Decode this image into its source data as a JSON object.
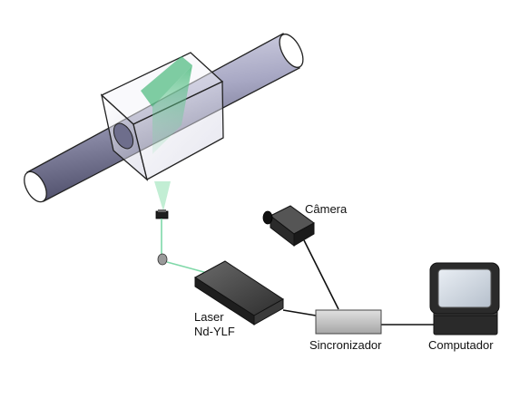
{
  "labels": {
    "camera": "Câmera",
    "laser_line1": "Laser",
    "laser_line2": "Nd-YLF",
    "synchronizer": "Sincronizador",
    "computer": "Computador"
  },
  "colors": {
    "pipe": "#8a8aa8",
    "laser_sheet": "#3cb371",
    "laser_beam": "#7fd8a8",
    "sync_box": "#c8c8c8",
    "device_dark": "#2a2a2a",
    "screen": "#cfd7e2"
  }
}
